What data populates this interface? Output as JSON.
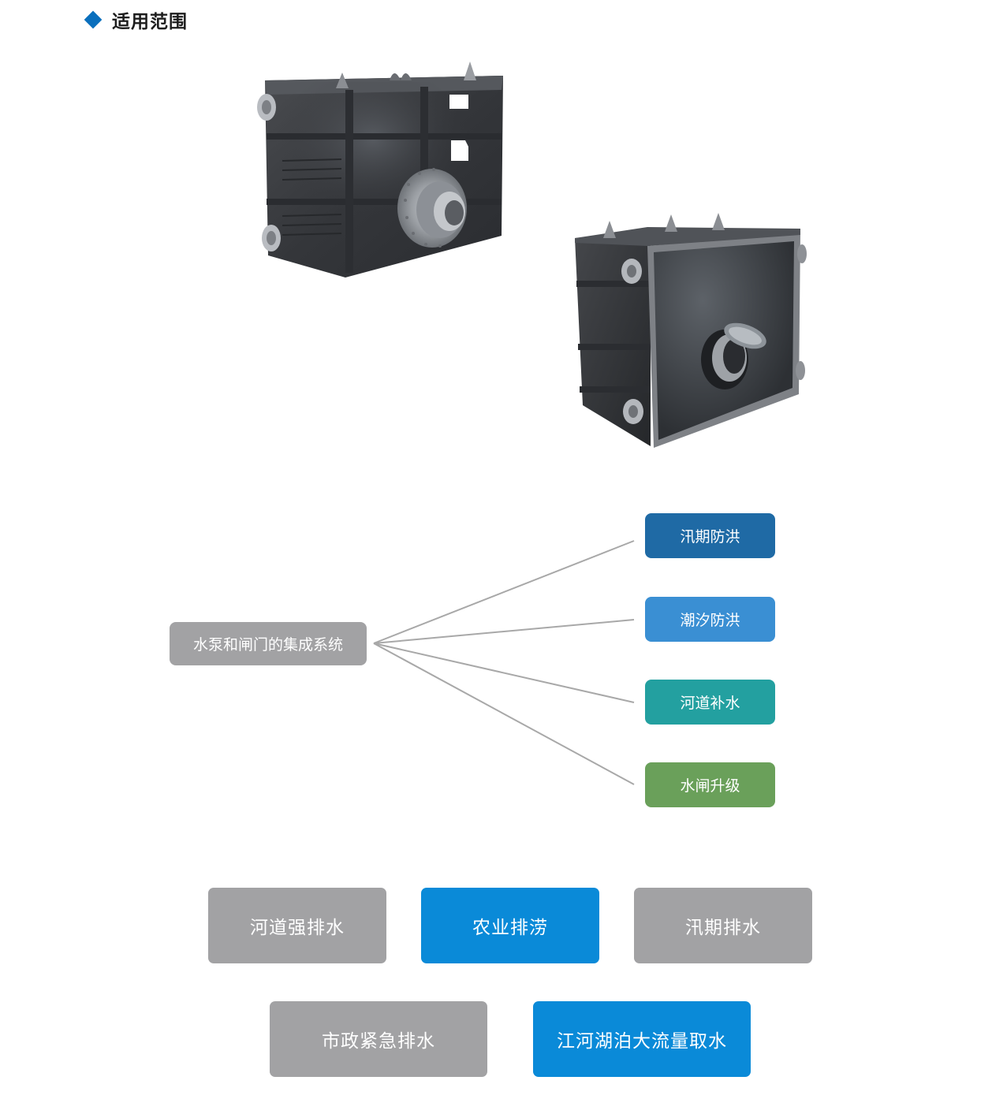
{
  "header": {
    "title": "适用范围",
    "accent_color": "#0a6fbd"
  },
  "diagram": {
    "source": {
      "label": "水泵和闸门的集成系统",
      "color": "#a2a2a4"
    },
    "targets": [
      {
        "label": "汛期防洪",
        "color": "#1f6aa5"
      },
      {
        "label": "潮汐防洪",
        "color": "#3a8fd3"
      },
      {
        "label": "河道补水",
        "color": "#23a0a0"
      },
      {
        "label": "水闸升级",
        "color": "#6aa05a"
      }
    ],
    "line_color": "#a8a8a8"
  },
  "applications": [
    {
      "label": "河道强排水",
      "color": "#a2a2a4"
    },
    {
      "label": "农业排涝",
      "color": "#0a8ad8"
    },
    {
      "label": "汛期排水",
      "color": "#a2a2a4"
    },
    {
      "label": "市政紧急排水",
      "color": "#a2a2a4"
    },
    {
      "label": "江河湖泊大流量取水",
      "color": "#0a8ad8"
    }
  ]
}
